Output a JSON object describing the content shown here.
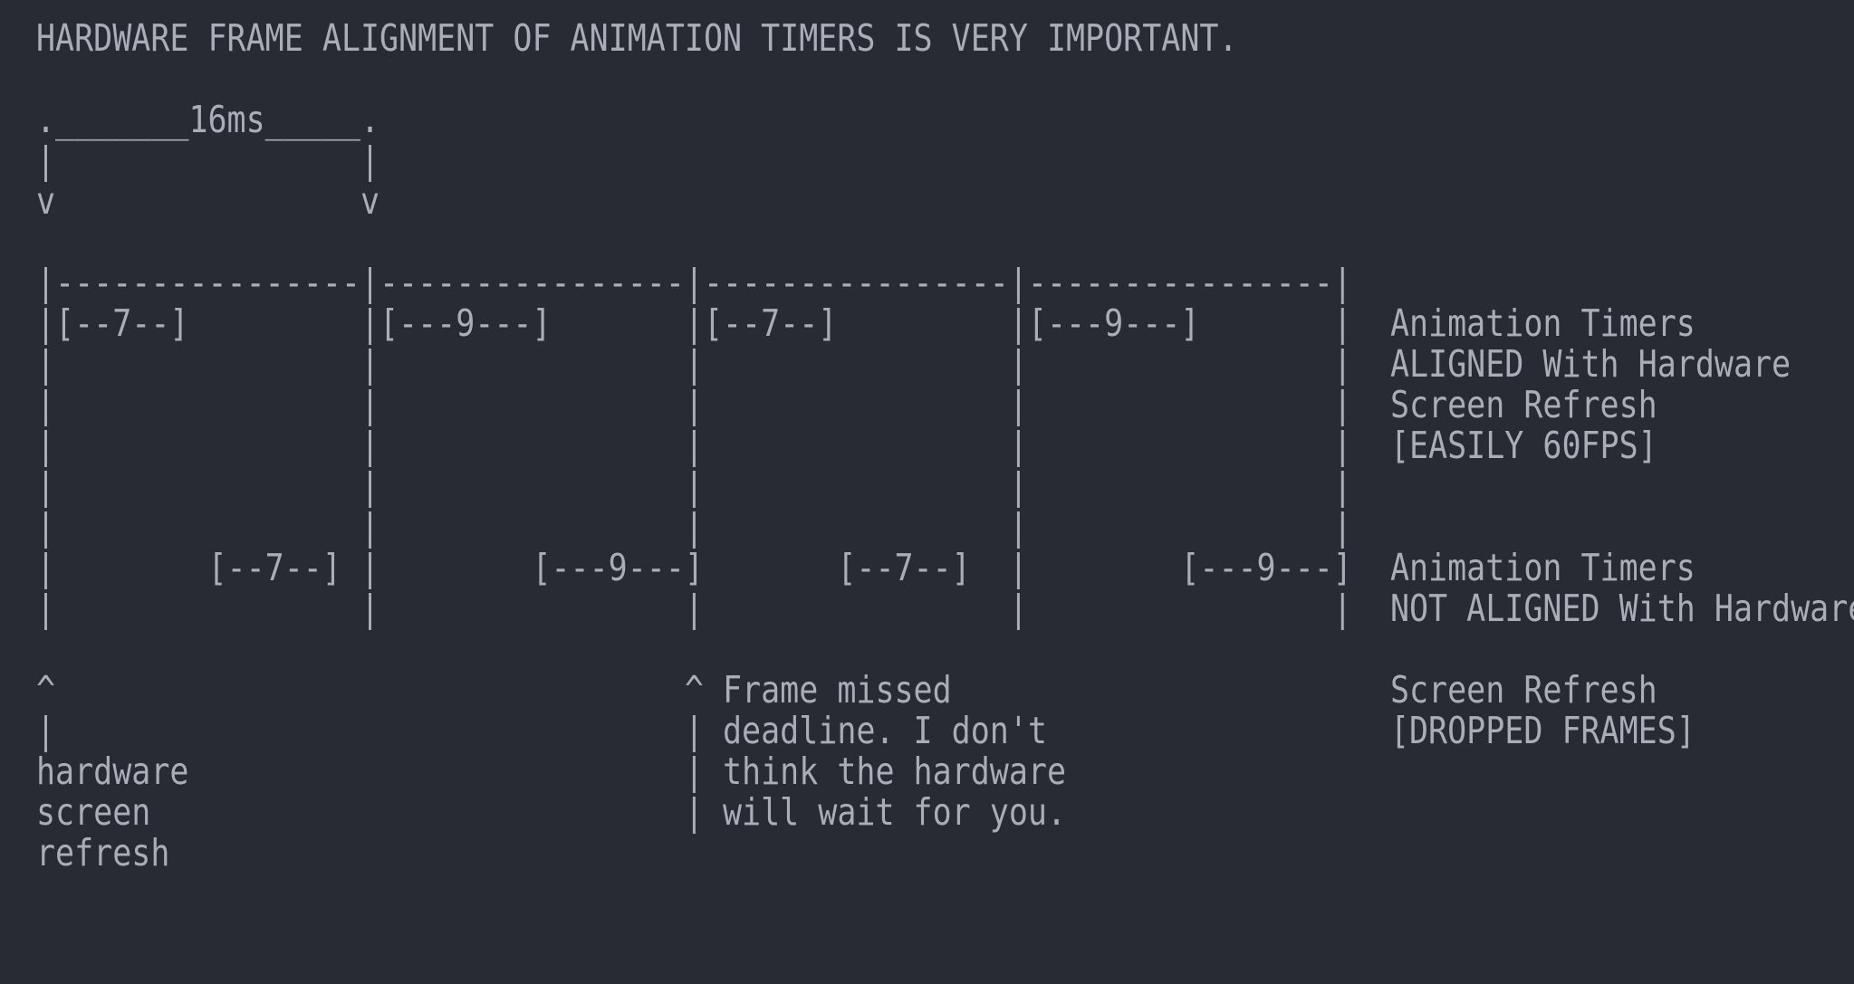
{
  "colors": {
    "background": "#282b34",
    "text": "#a9adb8"
  },
  "lines": [
    "HARDWARE FRAME ALIGNMENT OF ANIMATION TIMERS IS VERY IMPORTANT.",
    "",
    "._______16ms_____.",
    "|                |",
    "v                v",
    "",
    "|----------------|----------------|----------------|----------------|",
    "|[--7--]         |[---9---]       |[--7--]         |[---9---]       |  Animation Timers",
    "|                |                |                |                |  ALIGNED With Hardware",
    "|                |                |                |                |  Screen Refresh",
    "|                |                |                |                |  [EASILY 60FPS]",
    "|                |                |                |                |",
    "|                |                |                |                |",
    "|        [--7--] |        [---9---]       [--7--]  |        [---9---]  Animation Timers",
    "|                |                |                |                |  NOT ALIGNED With Hardware",
    "",
    "^                                 ^ Frame missed                       Screen Refresh",
    "|                                 | deadline. I don't                  [DROPPED FRAMES]",
    "hardware                          | think the hardware",
    "screen                            | will wait for you.",
    "refresh"
  ]
}
